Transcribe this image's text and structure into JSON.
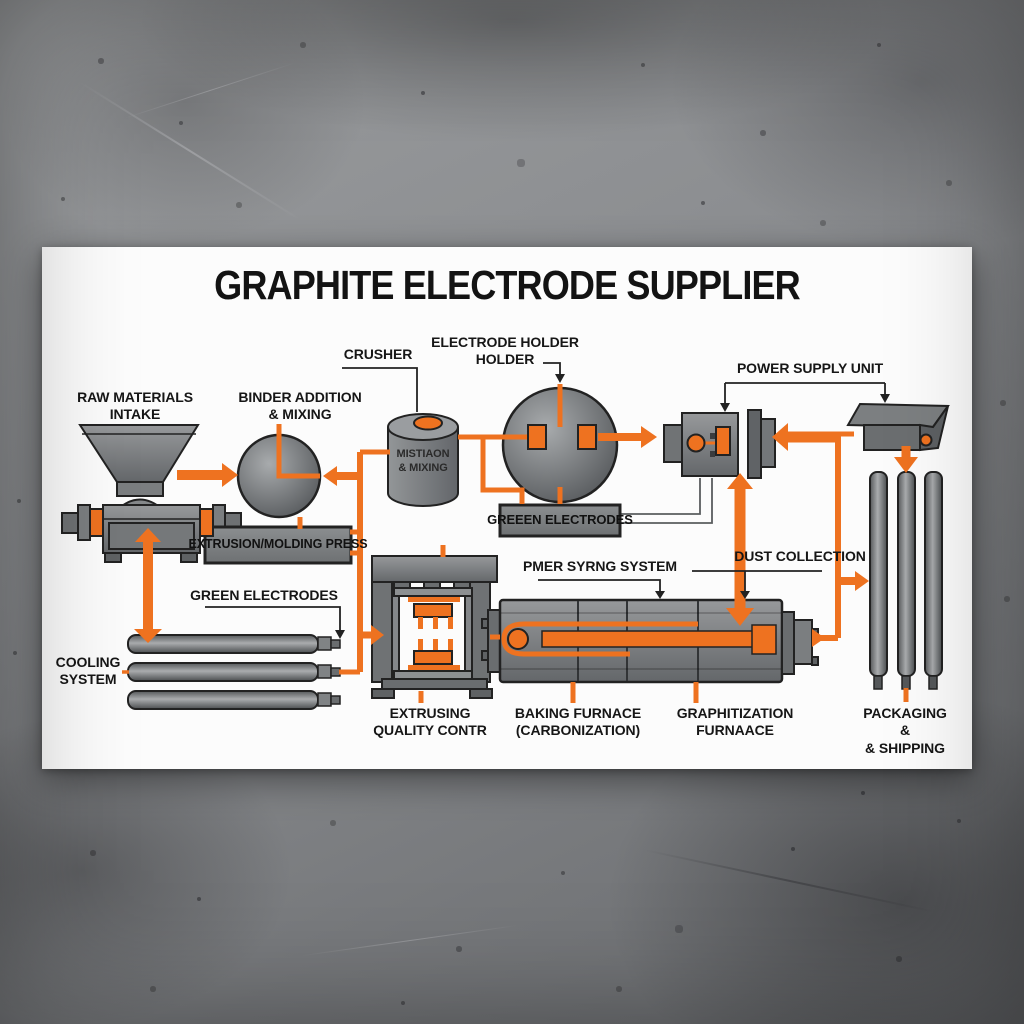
{
  "poster": {
    "title": "GRAPHITE ELECTRODE SUPPLIER",
    "labels": {
      "crusher": "CRUSHER",
      "electrode_holder": "ELECTRODE HOLDER\nHOLDER",
      "power_supply": "POWER SUPPLY UNIT",
      "raw_materials": "RAW MATERIALS\nINTAKE",
      "binder": "BINDER ADDITION\n& MIXING",
      "mixing_cylinder": "MISTIAON\n& MIXING",
      "green_electrodes_box": "GREEEN ELECTRODES",
      "extrusion_press_box": "EXTRUSION/MOLDING PRESS",
      "green_electrodes": "GREEN ELECTRODES",
      "power_system": "PMER SYRNG SYSTEM",
      "dust_collection": "DUST COLLECTION",
      "cooling": "COOLING\nSYSTEM",
      "extrusing_qc": "EXTRUSING\nQUALITY CONTR",
      "baking": "BAKING FURNACE\n(CARBONIZATION)",
      "graphitization": "GRAPHITIZATION\nFURNAACE",
      "packaging": "PACKAGING &\n& SHIPPING"
    }
  },
  "colors": {
    "accent_orange": "#EE7220",
    "machine_gray": "#76797C",
    "line_dark": "#222222",
    "card_white": "#FCFCFC",
    "background_gray": "#85878A"
  }
}
